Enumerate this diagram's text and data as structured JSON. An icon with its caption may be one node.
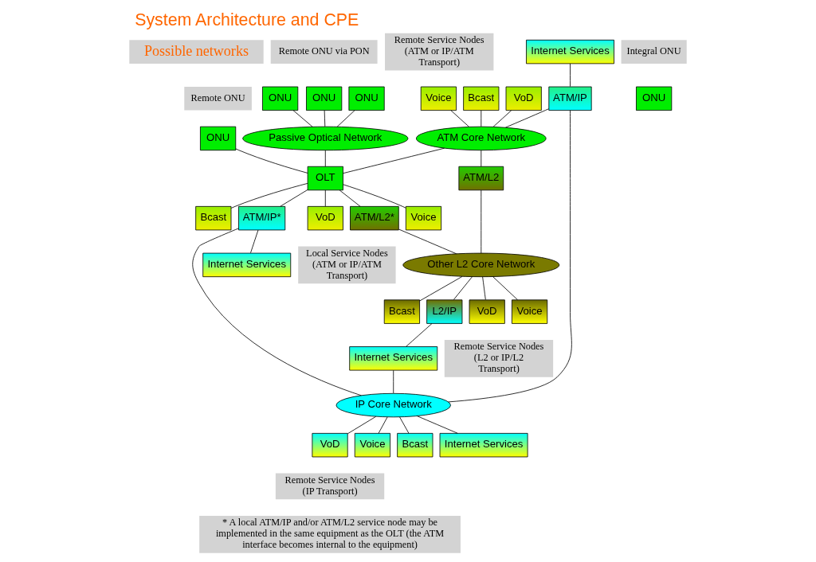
{
  "diagram": {
    "title": "System Architecture and CPE",
    "nodes": [
      {
        "text": [
          "ONU"
        ]
      },
      {
        "text": [
          "ONU"
        ]
      },
      {
        "text": [
          "ONU"
        ]
      },
      {
        "text": [
          "Passive Optical Network"
        ]
      },
      {
        "text": [
          "VoD"
        ]
      },
      {
        "text": [
          "Voice"
        ]
      },
      {
        "text": [
          "Bcast"
        ]
      },
      {
        "text": [
          "Internet Services"
        ]
      },
      {
        "text": [
          "ATM Core Network"
        ]
      },
      {
        "text": [
          "ATM/IP"
        ]
      },
      {
        "text": [
          "ATM/L2"
        ]
      },
      {
        "text": [
          "OLT"
        ]
      },
      {
        "text": [
          "ONU"
        ]
      },
      {
        "text": [
          "ATM/L2*"
        ]
      },
      {
        "text": [
          "ONU"
        ]
      },
      {
        "text": [
          "ATM/IP*"
        ]
      },
      {
        "text": [
          "VoD"
        ]
      },
      {
        "text": [
          "Voice"
        ]
      },
      {
        "text": [
          "Bcast"
        ]
      },
      {
        "text": [
          "Other L2 Core Network"
        ]
      },
      {
        "text": [
          "L2/IP"
        ]
      },
      {
        "text": [
          "Internet Services"
        ]
      },
      {
        "text": [
          "VoD"
        ]
      },
      {
        "text": [
          "Voice"
        ]
      },
      {
        "text": [
          "Bcast"
        ]
      },
      {
        "text": [
          "Internet Services"
        ]
      },
      {
        "text": [
          "IP Core Network"
        ]
      },
      {
        "text": [
          "VoD"
        ]
      },
      {
        "text": [
          "Voice"
        ]
      },
      {
        "text": [
          "Bcast"
        ]
      },
      {
        "text": [
          "Internet Services"
        ]
      }
    ],
    "edges": [
      {
        "from": 0,
        "to": 3,
        "arrow": "none"
      },
      {
        "from": 1,
        "to": 3,
        "arrow": "none"
      },
      {
        "from": 2,
        "to": 3,
        "arrow": "none"
      },
      {
        "from": 3,
        "to": 11,
        "arrow": "none"
      },
      {
        "from": 4,
        "to": 8,
        "arrow": "none"
      },
      {
        "from": 5,
        "to": 8,
        "arrow": "none"
      },
      {
        "from": 6,
        "to": 8,
        "arrow": "none"
      },
      {
        "from": 7,
        "to": 9,
        "arrow": "none"
      },
      {
        "from": 9,
        "to": 8,
        "arrow": "none"
      },
      {
        "from": 8,
        "to": 10,
        "arrow": "none"
      },
      {
        "from": 8,
        "to": 11,
        "arrow": "none"
      },
      {
        "from": 10,
        "to": 19,
        "arrow": "none"
      },
      {
        "from": 12,
        "to": 11,
        "arrow": "none"
      },
      {
        "from": 11,
        "to": 13,
        "arrow": "none"
      },
      {
        "from": 13,
        "to": 19,
        "arrow": "none"
      },
      {
        "from": 11,
        "to": 15,
        "arrow": "none"
      },
      {
        "from": 15,
        "to": 25,
        "arrow": "none"
      },
      {
        "from": 15,
        "to": 26,
        "arrow": "none"
      },
      {
        "from": 9,
        "to": 26,
        "arrow": "none"
      },
      {
        "from": 19,
        "to": 16,
        "arrow": "none"
      },
      {
        "from": 19,
        "to": 17,
        "arrow": "none"
      },
      {
        "from": 19,
        "to": 18,
        "arrow": "none"
      },
      {
        "from": 19,
        "to": 20,
        "arrow": "none"
      },
      {
        "from": 20,
        "to": 21,
        "arrow": "none"
      },
      {
        "from": 21,
        "to": 26,
        "arrow": "none"
      },
      {
        "from": 11,
        "to": 22,
        "arrow": "none"
      },
      {
        "from": 11,
        "to": 23,
        "arrow": "none"
      },
      {
        "from": 11,
        "to": 24,
        "arrow": "none"
      },
      {
        "from": 26,
        "to": 27,
        "arrow": "none"
      },
      {
        "from": 26,
        "to": 28,
        "arrow": "none"
      },
      {
        "from": 26,
        "to": 29,
        "arrow": "none"
      },
      {
        "from": 26,
        "to": 30,
        "arrow": "none"
      }
    ],
    "labels": [
      "Possible networks",
      "Remote Service Nodes (ATM or IP/ATM Transport)",
      "Remote ONU via PON",
      "Remote Service Nodes (L2 or IP/L2 Transport)",
      "Remote ONU",
      "Integral ONU",
      "Local Service Nodes (ATM or IP/ATM Transport)",
      "Remote Service Nodes (IP Transport)",
      "* A local ATM/IP and/or ATM/L2 service node may be implemented in the same equipment as the OLT (the ATM interface becomes internal to the equipment)"
    ]
  }
}
